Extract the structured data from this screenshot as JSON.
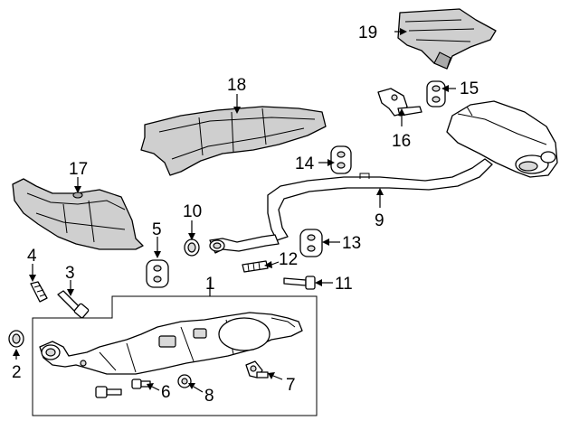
{
  "diagram": {
    "background_color": "#ffffff",
    "line_color": "#000000",
    "shield_color": "#cfcfcf",
    "callouts": [
      {
        "id": "1",
        "label": "1"
      },
      {
        "id": "2",
        "label": "2"
      },
      {
        "id": "3",
        "label": "3"
      },
      {
        "id": "4",
        "label": "4"
      },
      {
        "id": "5",
        "label": "5"
      },
      {
        "id": "6",
        "label": "6"
      },
      {
        "id": "7",
        "label": "7"
      },
      {
        "id": "8",
        "label": "8"
      },
      {
        "id": "9",
        "label": "9"
      },
      {
        "id": "10",
        "label": "10"
      },
      {
        "id": "11",
        "label": "11"
      },
      {
        "id": "12",
        "label": "12"
      },
      {
        "id": "13",
        "label": "13"
      },
      {
        "id": "14",
        "label": "14"
      },
      {
        "id": "15",
        "label": "15"
      },
      {
        "id": "16",
        "label": "16"
      },
      {
        "id": "17",
        "label": "17"
      },
      {
        "id": "18",
        "label": "18"
      },
      {
        "id": "19",
        "label": "19"
      }
    ]
  }
}
